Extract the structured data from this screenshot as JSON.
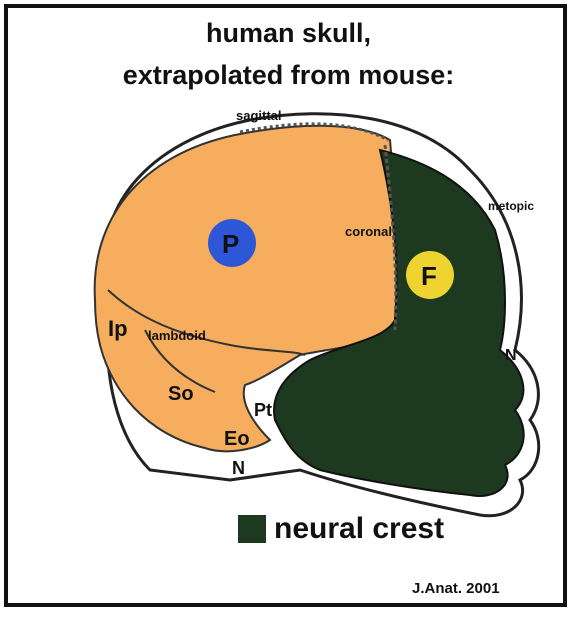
{
  "title_line1": "human skull,",
  "title_line2": "extrapolated from mouse:",
  "labels": {
    "sagittal": "sagittal",
    "coronal": "coronal",
    "metopic": "metopic",
    "lambdoid": "lambdoid",
    "p": "P",
    "f": "F",
    "ip": "Ip",
    "so": "So",
    "pt": "Pt",
    "eo": "Eo",
    "n_lower": "N",
    "n_face": "N"
  },
  "legend": {
    "label": "neural crest",
    "color": "#1d3a20"
  },
  "colors": {
    "mesoderm": "#f6ae5e",
    "neural_crest": "#1d3a20",
    "parietal_dot": "#2d57d6",
    "frontal_dot": "#efd431"
  },
  "credit": "J.Anat. 2001"
}
